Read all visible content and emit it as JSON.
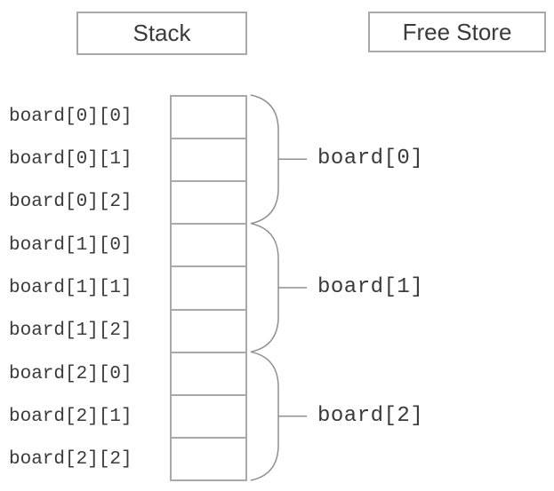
{
  "header": {
    "stack_label": "Stack",
    "free_store_label": "Free Store"
  },
  "stack_diagram": {
    "cell_count": 9,
    "cell_labels": [
      "board[0][0]",
      "board[0][1]",
      "board[0][2]",
      "board[1][0]",
      "board[1][1]",
      "board[1][2]",
      "board[2][0]",
      "board[2][1]",
      "board[2][2]"
    ],
    "groups": [
      {
        "label": "board[0]",
        "cells": 3
      },
      {
        "label": "board[1]",
        "cells": 3
      },
      {
        "label": "board[2]",
        "cells": 3
      }
    ]
  },
  "colors": {
    "line": "#a9a9a9",
    "brace": "#8f8f8f",
    "text": "#3a3a3a",
    "background": "#ffffff"
  }
}
